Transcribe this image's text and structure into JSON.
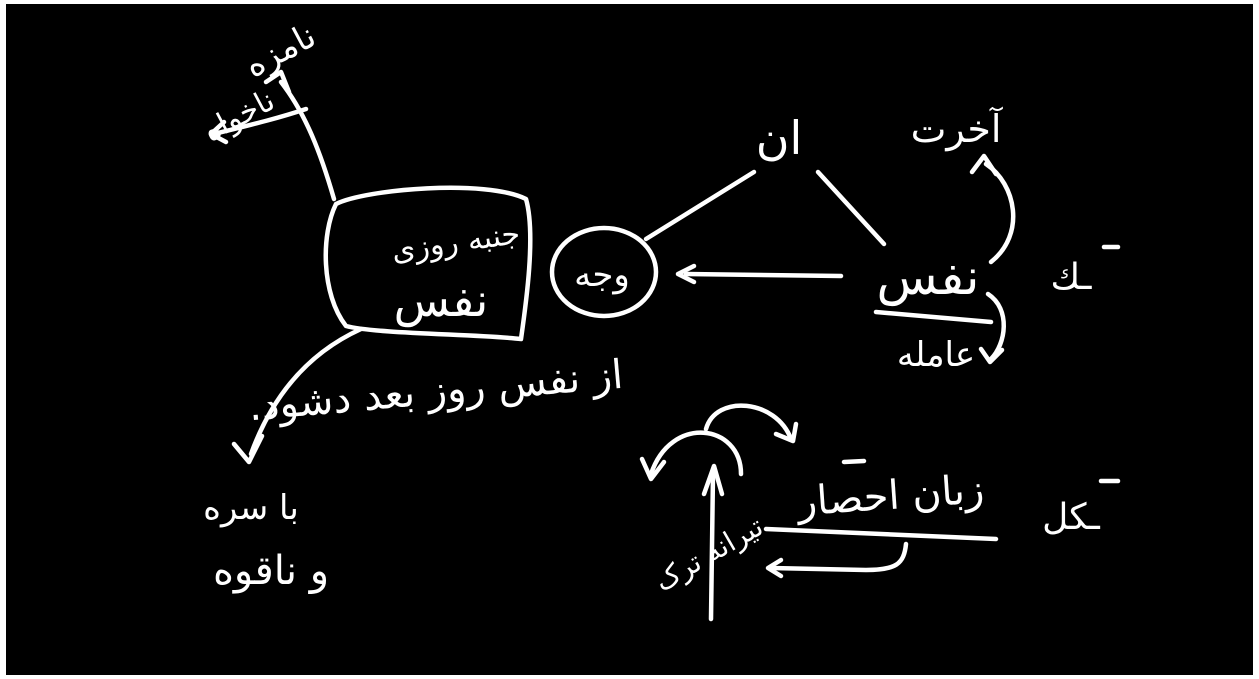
{
  "board": {
    "background": "#000000",
    "ink_color": "#ffffff"
  },
  "labels": {
    "name_top": "نامزه",
    "name_bottom": "ناخواه",
    "box_line1": "جنبه روزی",
    "box_line2": "نفس",
    "under_box": "از نفس روز بعد دشود.",
    "bottom_left_1": "با سره",
    "bottom_left_2": "و ناقوه",
    "circle_center": "وجه",
    "top_center": "ان",
    "top_right": "آخرت",
    "right_center": "نفس",
    "right_below": "عامله",
    "mark_right_top": "ـك",
    "mark_right_bottom": "ـكل",
    "bottom_right": "زبان احصار",
    "bottom_mid": "تیرانه ترک"
  }
}
